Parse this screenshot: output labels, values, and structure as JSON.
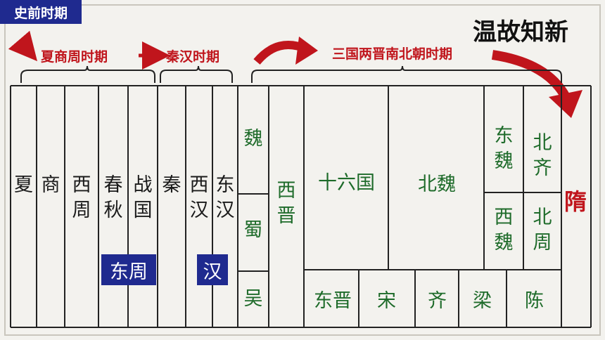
{
  "header": {
    "prehistoric_label": "史前时期",
    "review_title": "温故知新"
  },
  "periods": {
    "xia_shang_zhou": "夏商周时期",
    "qin_han": "秦汉时期",
    "three_kingdoms_nb": "三国两晋南北朝时期"
  },
  "dynasties": {
    "xia": "夏",
    "shang": "商",
    "western_zhou": "西周",
    "spring_autumn": "春秋",
    "warring_states": "战国",
    "qin": "秦",
    "western_han": "西汉",
    "eastern_han": "东汉",
    "wei": "魏",
    "shu": "蜀",
    "wu": "吴",
    "western_jin": "西晋",
    "sixteen_kingdoms": "十六国",
    "northern_wei": "北魏",
    "eastern_wei": "东魏",
    "western_wei": "西魏",
    "northern_qi": "北齐",
    "northern_zhou": "北周",
    "eastern_jin": "东晋",
    "song": "宋",
    "qi": "齐",
    "liang": "梁",
    "chen": "陈",
    "sui": "隋"
  },
  "badges": {
    "eastern_zhou": "东周",
    "han": "汉"
  },
  "colors": {
    "period_red": "#c0151c",
    "badge_blue": "#1f2a8f",
    "dynasty_green": "#1e6b2a"
  }
}
